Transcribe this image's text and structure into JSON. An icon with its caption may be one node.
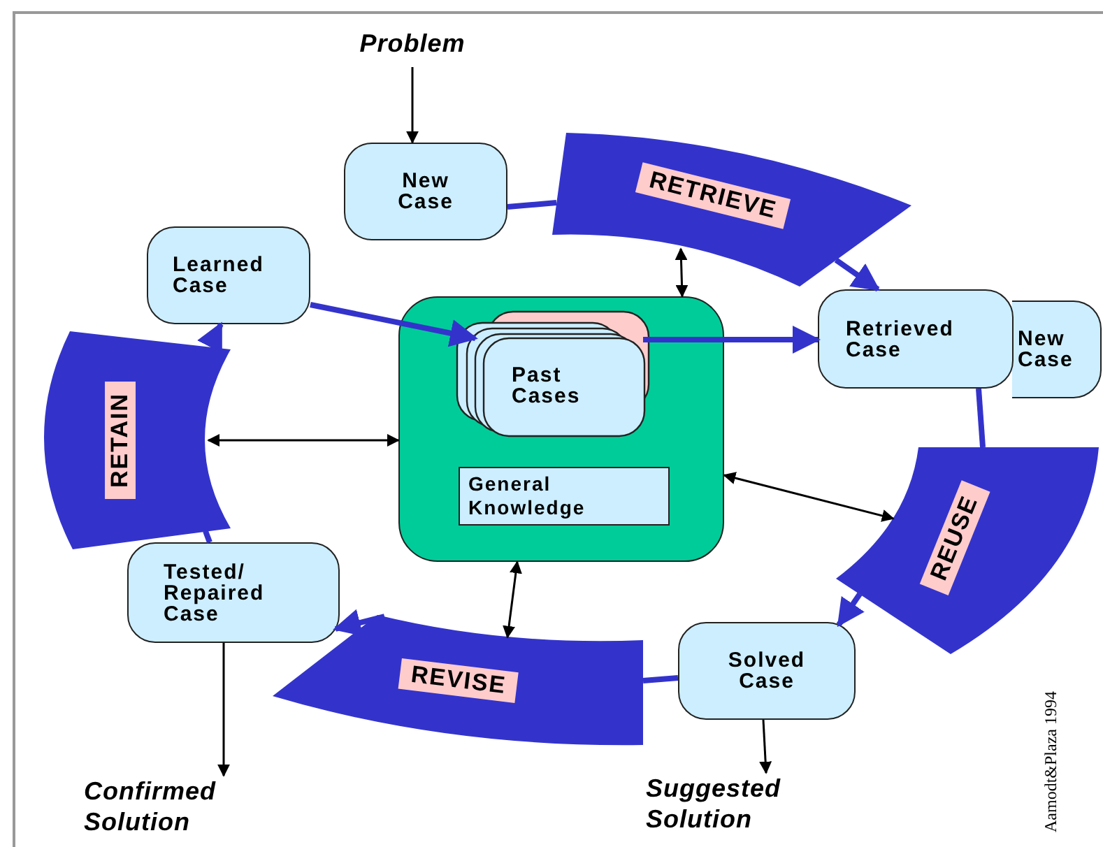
{
  "diagram": {
    "nodes": [
      {
        "text": [
          "Problem"
        ]
      },
      {
        "text": [
          "New Case"
        ]
      },
      {
        "text": [
          "RETRIEVE"
        ]
      },
      {
        "text": [
          "Learned Case"
        ]
      },
      {
        "text": [],
        "shape": "box"
      },
      {
        "text": [
          "Past Cases"
        ],
        "in": 4
      },
      {
        "text": [
          "General Knowledge"
        ],
        "in": 4
      },
      {
        "text": [
          "Retrieved Case"
        ]
      },
      {
        "text": [
          "New Case"
        ]
      },
      {
        "text": [
          "RETAIN"
        ]
      },
      {
        "text": [
          "REUSE"
        ]
      },
      {
        "text": [
          "Tested/ Repaired Case"
        ]
      },
      {
        "text": [
          "REVISE"
        ]
      },
      {
        "text": [
          "Solved Case"
        ]
      },
      {
        "text": [
          "Confirmed Solution"
        ]
      },
      {
        "text": [
          "Suggested Solution"
        ]
      }
    ],
    "edges": [
      {
        "from": 0,
        "to": 1,
        "arrow": "to",
        "color": "#000000"
      },
      {
        "from": 1,
        "to": 2,
        "arrow": "none"
      },
      {
        "from": 2,
        "to": 7,
        "arrow": "to"
      },
      {
        "from": 3,
        "to": 5,
        "arrow": "to"
      },
      {
        "from": 5,
        "to": 7,
        "arrow": "to"
      },
      {
        "from": 7,
        "to": 10,
        "arrow": "none"
      },
      {
        "from": 10,
        "to": 13,
        "arrow": "to"
      },
      {
        "from": 13,
        "to": 12,
        "arrow": "none"
      },
      {
        "from": 12,
        "to": 11,
        "arrow": "to"
      },
      {
        "from": 11,
        "to": 9,
        "arrow": "none"
      },
      {
        "from": 9,
        "to": 3,
        "arrow": "to"
      },
      {
        "from": 11,
        "to": 14,
        "arrow": "to",
        "color": "#000000"
      },
      {
        "from": 13,
        "to": 15,
        "arrow": "to",
        "color": "#000000"
      },
      {
        "from": 2,
        "to": 4,
        "arrow": "both",
        "color": "#000000"
      },
      {
        "from": 9,
        "to": 4,
        "arrow": "both",
        "color": "#000000"
      },
      {
        "from": 10,
        "to": 4,
        "arrow": "both",
        "color": "#000000"
      },
      {
        "from": 12,
        "to": 4,
        "arrow": "both",
        "color": "#000000"
      }
    ],
    "labels": [
      "Aamodt&Plaza 1994"
    ]
  }
}
